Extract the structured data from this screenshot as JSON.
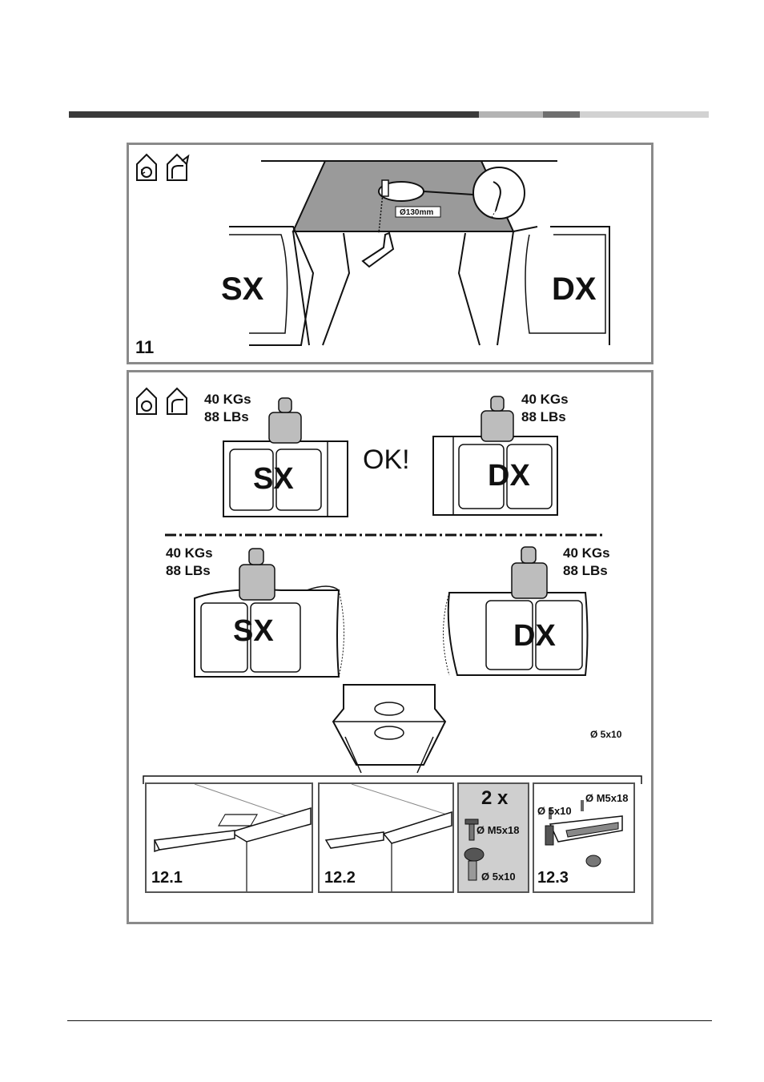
{
  "colors": {
    "panel_border": "#8a8a8a",
    "header_dark": "#3a3a3a",
    "header_mid": "#b4b4b4",
    "header_grey": "#6f6f6f",
    "header_light": "#d2d2d2",
    "top_surface": "#9a9a9a",
    "weight": "#bdbdbd",
    "kit_bg": "#cfcfcf"
  },
  "icons": [
    "house-rotate-icon",
    "house-exhaust-icon",
    "weight-icon",
    "screw-icon",
    "wall-plug-icon"
  ],
  "fig11": {
    "number": "11",
    "diameter": "Ø130mm",
    "left": "SX",
    "right": "DX"
  },
  "fig12": {
    "ok_row": {
      "left_weight": [
        "40 KGs",
        "88 LBs"
      ],
      "right_weight": [
        "40 KGs",
        "88 LBs"
      ],
      "left": "SX",
      "right": "DX",
      "ok": "OK!"
    },
    "bad_row": {
      "left_weight": [
        "40 KGs",
        "88 LBs"
      ],
      "right_weight": [
        "40 KGs",
        "88 LBs"
      ],
      "left": "SX",
      "right": "DX"
    },
    "hood_label": "Ø 5x10",
    "steps": {
      "s1": "12.1",
      "s2": "12.2",
      "s3": "12.3"
    },
    "kit": {
      "qty": "2 x",
      "screw": "Ø M5x18",
      "plug": "Ø 5x10"
    },
    "detail": {
      "plug": "Ø 5x10",
      "screw": "Ø M5x18"
    }
  }
}
